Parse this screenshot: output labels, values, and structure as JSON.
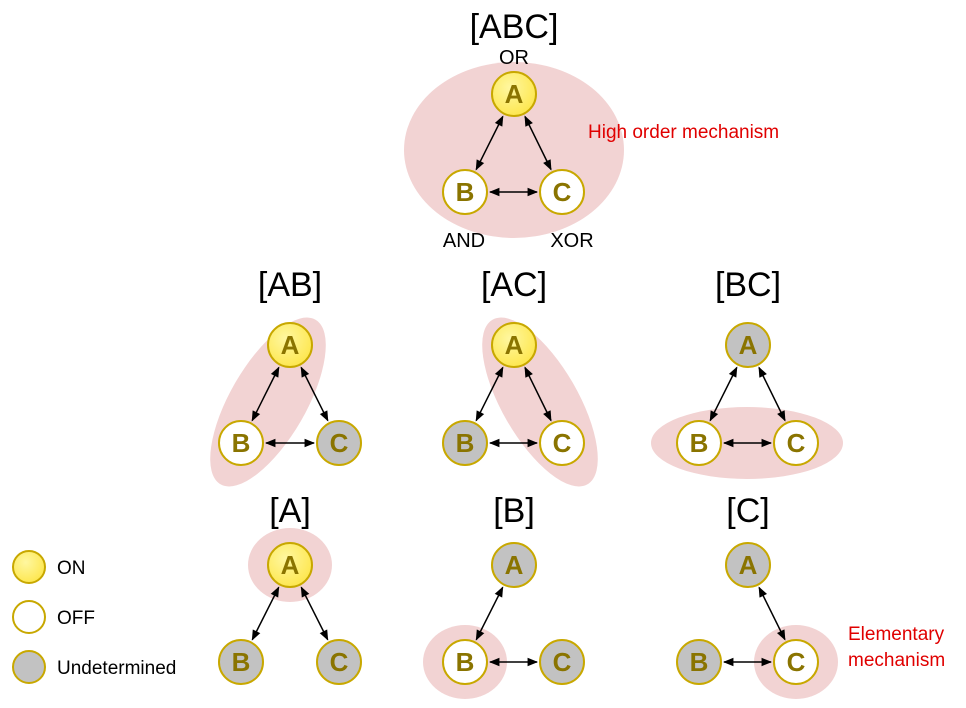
{
  "colors": {
    "on_fill": "#fde64b",
    "on_fill_light": "#fff7a0",
    "off_fill": "#ffffff",
    "undetermined_fill": "#c2c2c2",
    "node_stroke": "#c8a800",
    "letter": "#8a7400",
    "mechanism_blob": "#f2d3d3",
    "annotation": "#e00000",
    "arrow": "#000000"
  },
  "node_labels": {
    "A": "A",
    "B": "B",
    "C": "C"
  },
  "top_panel": {
    "title": "[ABC]",
    "gates": {
      "A": "OR",
      "B": "AND",
      "C": "XOR"
    },
    "states": {
      "A": "on",
      "B": "off",
      "C": "off"
    },
    "mechanism": "ABC",
    "annotation": "High order mechanism"
  },
  "panels": [
    {
      "id": "ab",
      "title": "[AB]",
      "states": {
        "A": "on",
        "B": "off",
        "C": "undetermined"
      },
      "mechanism": "AB"
    },
    {
      "id": "ac",
      "title": "[AC]",
      "states": {
        "A": "on",
        "B": "undetermined",
        "C": "off"
      },
      "mechanism": "AC"
    },
    {
      "id": "bc",
      "title": "[BC]",
      "states": {
        "A": "undetermined",
        "B": "off",
        "C": "off"
      },
      "mechanism": "BC"
    },
    {
      "id": "a",
      "title": "[A]",
      "states": {
        "A": "on",
        "B": "undetermined",
        "C": "undetermined"
      },
      "mechanism": "A"
    },
    {
      "id": "b",
      "title": "[B]",
      "states": {
        "A": "undetermined",
        "B": "off",
        "C": "undetermined"
      },
      "mechanism": "B"
    },
    {
      "id": "c",
      "title": "[C]",
      "states": {
        "A": "undetermined",
        "B": "undetermined",
        "C": "off"
      },
      "mechanism": "C"
    }
  ],
  "elementary_annotation": [
    "Elementary",
    "mechanism"
  ],
  "legend": [
    {
      "state": "on",
      "label": "ON"
    },
    {
      "state": "off",
      "label": "OFF"
    },
    {
      "state": "undetermined",
      "label": "Undetermined"
    }
  ]
}
